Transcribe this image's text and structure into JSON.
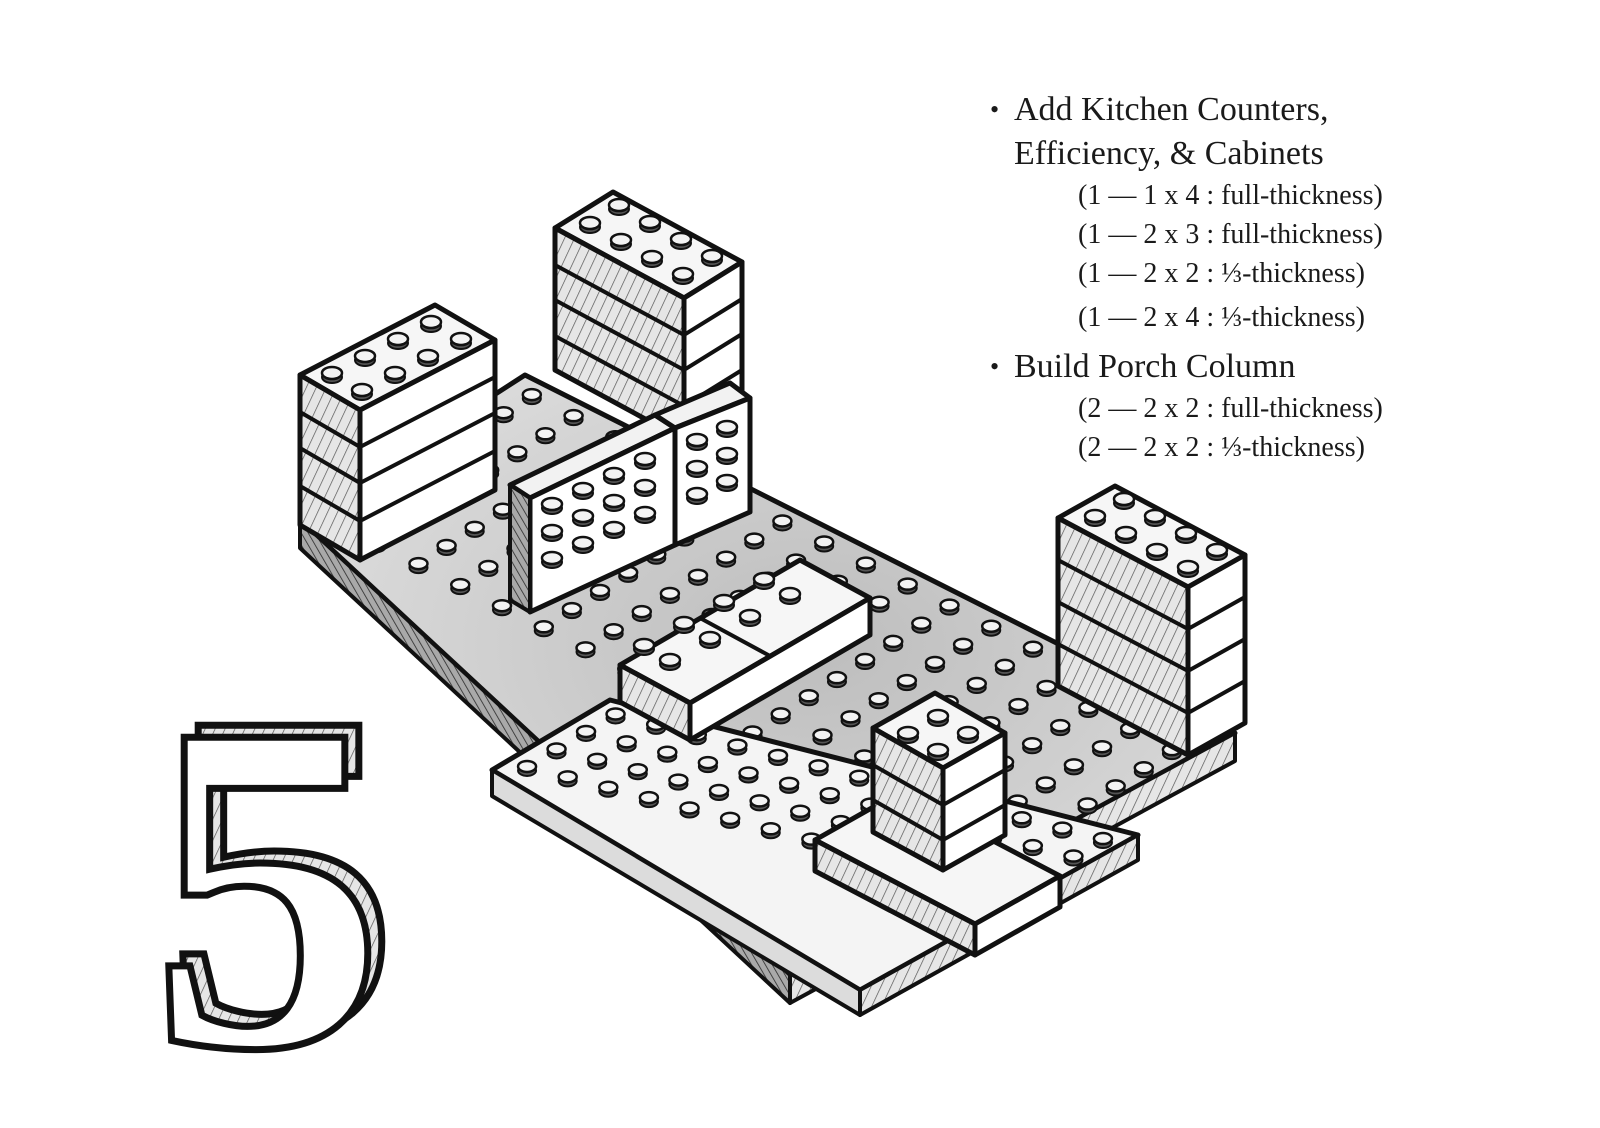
{
  "step_number": "5",
  "steps": [
    {
      "title_lines": [
        "Add Kitchen Counters,",
        "Efficiency, & Cabinets"
      ],
      "parts": [
        "(1 — 1 x 4 : full-thickness)",
        "(1 — 2 x 3 : full-thickness)",
        "(1 — 2 x 2 : ⅓-thickness)",
        "(1 — 2 x 4 : ⅓-thickness)"
      ]
    },
    {
      "title_lines": [
        "Build Porch Column"
      ],
      "parts": [
        "(2 — 2 x 2 : full-thickness)",
        "(2 — 2 x 2 : ⅓-thickness)"
      ]
    }
  ]
}
